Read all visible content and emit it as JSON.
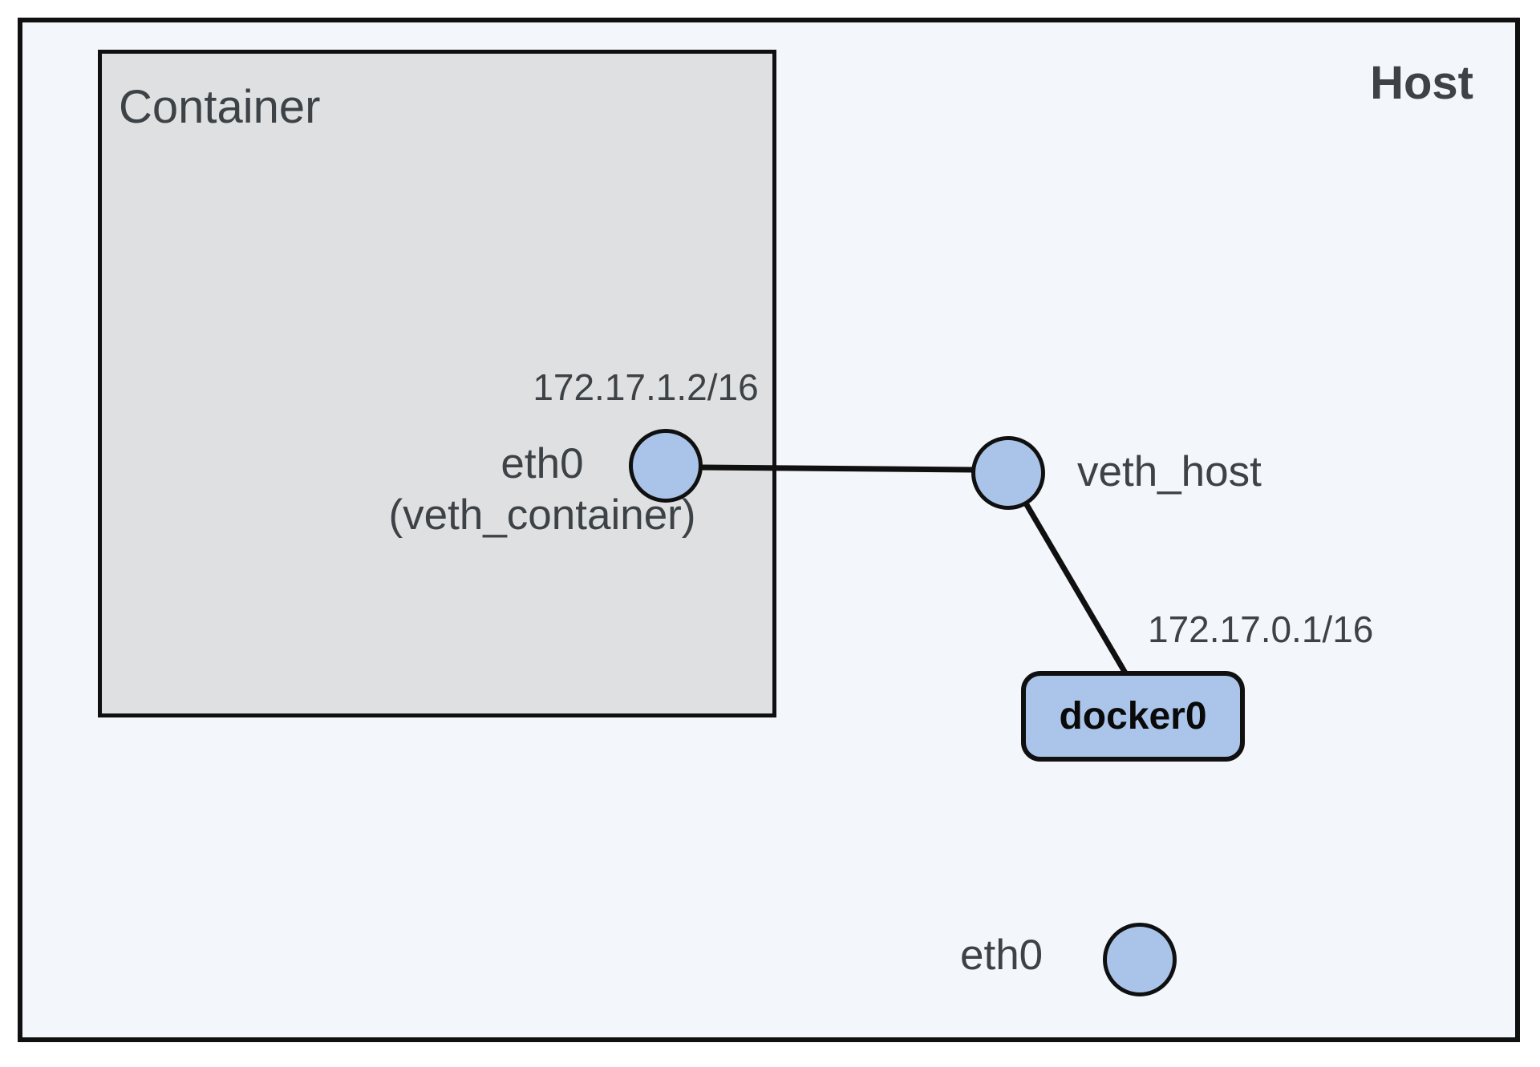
{
  "diagram": {
    "host": {
      "label": "Host"
    },
    "container": {
      "label": "Container"
    },
    "nodes": {
      "veth_container": {
        "ip": "172.17.1.2/16",
        "label_line1": "eth0",
        "label_line2": "(veth_container)"
      },
      "veth_host": {
        "label": "veth_host"
      },
      "docker0": {
        "label": "docker0",
        "ip": "172.17.0.1/16"
      },
      "host_eth0": {
        "label": "eth0"
      }
    },
    "edges": [
      {
        "from": "veth_container",
        "to": "veth_host"
      },
      {
        "from": "veth_host",
        "to": "docker0"
      }
    ],
    "colors": {
      "host_bg": "#f3f6fb",
      "container_bg": "#dfe0e1",
      "node_fill": "#a9c4e8",
      "docker0_fill": "#aac5e9",
      "line_color": "#101010",
      "label_text": "#3d4247",
      "docker0_text": "#0a0a0a",
      "page_bg": "#ffffff"
    }
  }
}
